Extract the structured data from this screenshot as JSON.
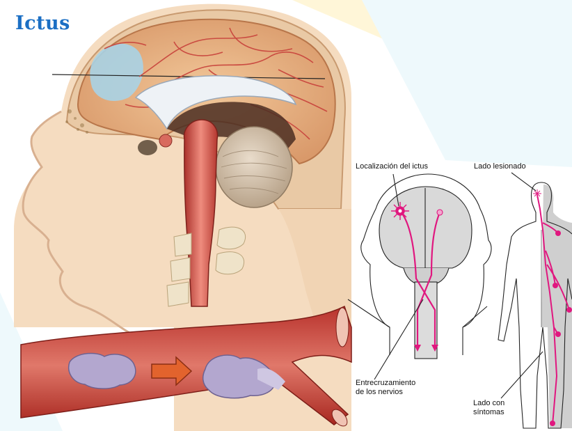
{
  "title": "Ictus",
  "labels": {
    "stroke_location": "Localización del ictus",
    "injured_side": "Lado lesionado",
    "nerve_crossing_line1": "Entrecruzamiento",
    "nerve_crossing_line2": "de los nervios",
    "symptom_side_line1": "Lado con",
    "symptom_side_line2": "síntomas"
  },
  "colors": {
    "title": "#1b6fc4",
    "artery": "#c9463e",
    "nerve_path": "#e0177f",
    "clot": "#a79bc6",
    "background_triangle": "#e9f7fb"
  },
  "icons": {
    "flow_arrow": "right-arrow-icon",
    "stroke_marker": "starburst-icon"
  }
}
